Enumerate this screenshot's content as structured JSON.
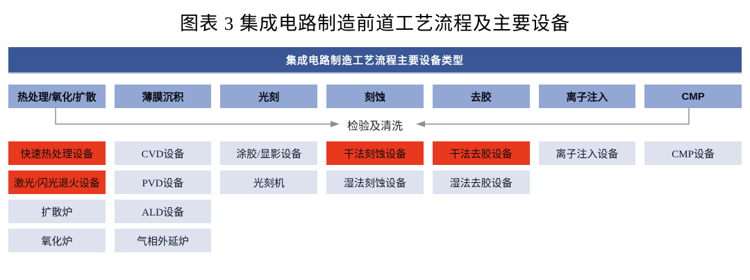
{
  "title": "图表 3 集成电路制造前道工艺流程及主要设备",
  "banner": {
    "title": "集成电路制造工艺流程主要设备类型"
  },
  "arrow_row": {
    "label": "检验及清洗"
  },
  "colors": {
    "banner_bg": "#3a5795",
    "category_bg": "#92a7d3",
    "equipment_bg": "#dde2ee",
    "highlight_bg": "#e8391f",
    "arrow": "#8f8f8f"
  },
  "columns": [
    {
      "category": "热处理/氧化/扩散",
      "equipment": [
        {
          "label": "快速热处理设备",
          "highlight": true
        },
        {
          "label": "激光/闪光退火设备",
          "highlight": true
        },
        {
          "label": "扩散炉",
          "highlight": false
        },
        {
          "label": "氧化炉",
          "highlight": false
        }
      ]
    },
    {
      "category": "薄膜沉积",
      "equipment": [
        {
          "label": "CVD设备",
          "highlight": false
        },
        {
          "label": "PVD设备",
          "highlight": false
        },
        {
          "label": "ALD设备",
          "highlight": false
        },
        {
          "label": "气相外延炉",
          "highlight": false
        }
      ]
    },
    {
      "category": "光刻",
      "equipment": [
        {
          "label": "涂胶/显影设备",
          "highlight": false
        },
        {
          "label": "光刻机",
          "highlight": false
        }
      ]
    },
    {
      "category": "刻蚀",
      "equipment": [
        {
          "label": "干法刻蚀设备",
          "highlight": true
        },
        {
          "label": "湿法刻蚀设备",
          "highlight": false
        }
      ]
    },
    {
      "category": "去胶",
      "equipment": [
        {
          "label": "干法去胶设备",
          "highlight": true
        },
        {
          "label": "湿法去胶设备",
          "highlight": false
        }
      ]
    },
    {
      "category": "离子注入",
      "equipment": [
        {
          "label": "离子注入设备",
          "highlight": false
        }
      ]
    },
    {
      "category": "CMP",
      "equipment": [
        {
          "label": "CMP设备",
          "highlight": false
        }
      ]
    }
  ]
}
